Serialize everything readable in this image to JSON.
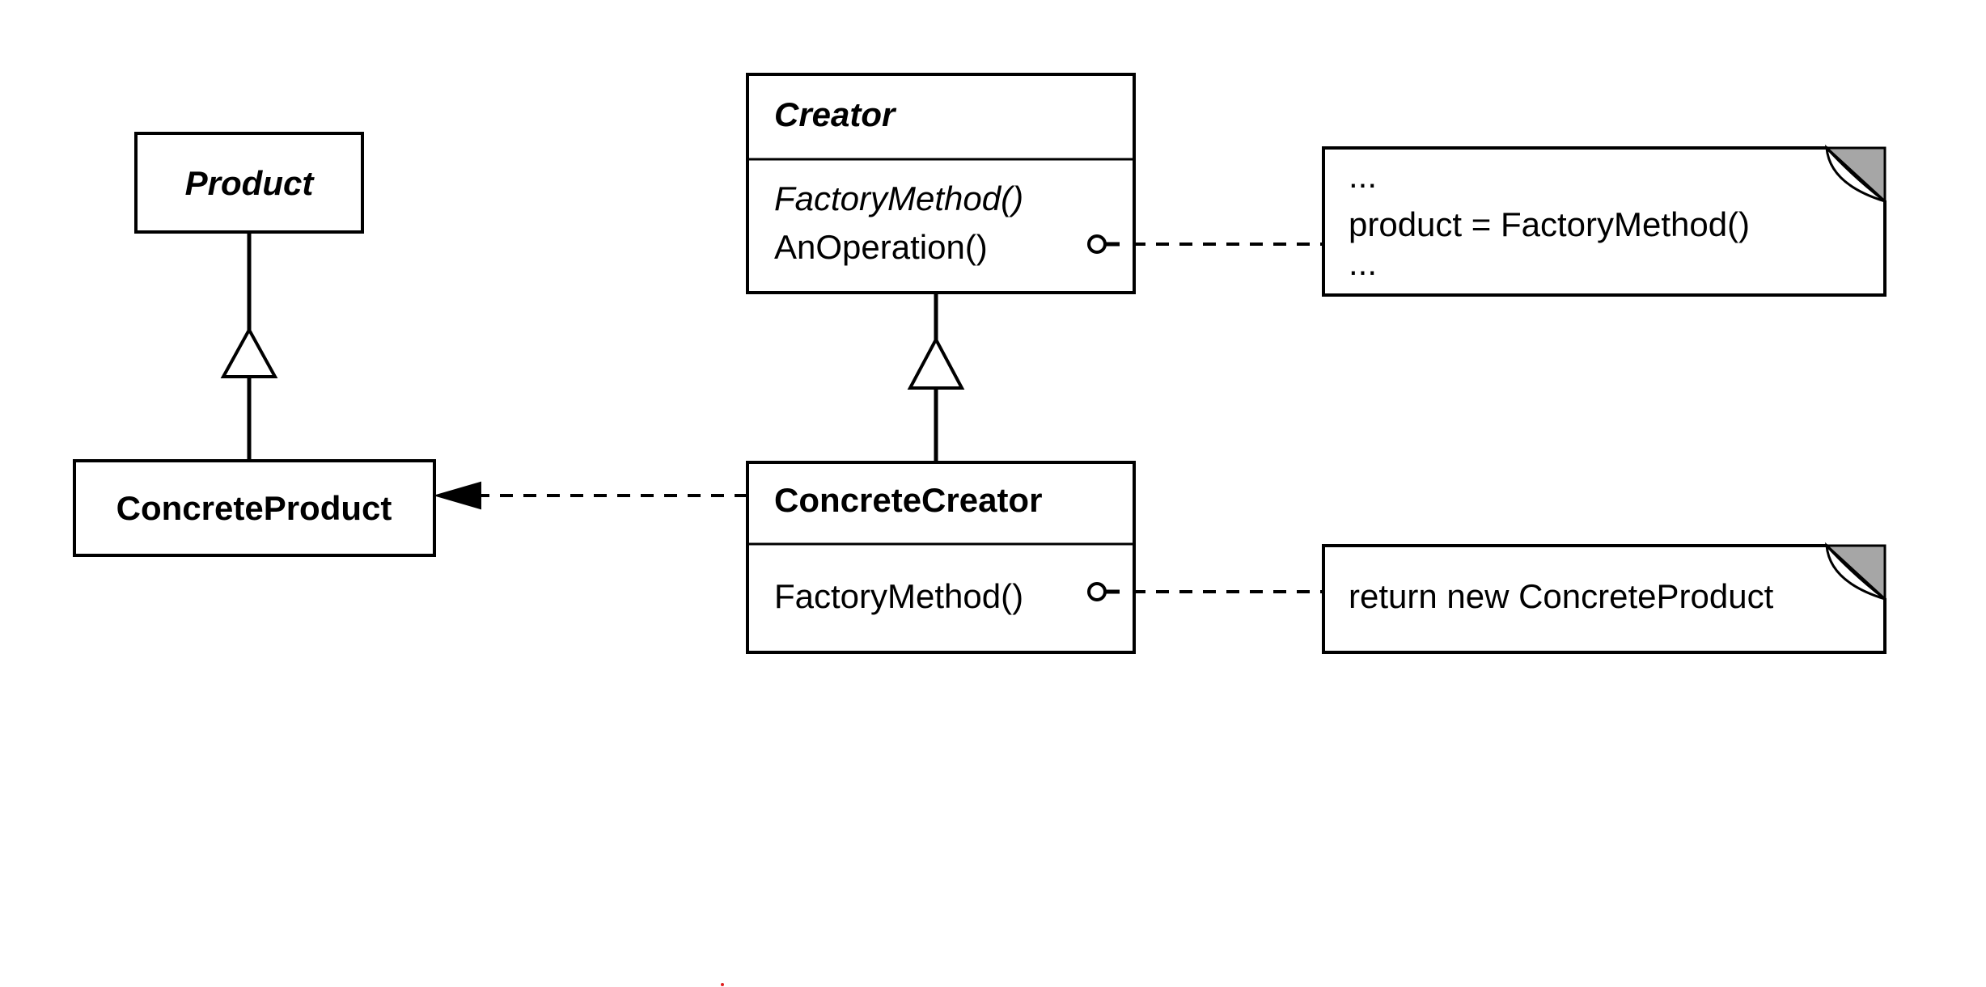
{
  "diagram": {
    "classes": {
      "product": {
        "name": "Product"
      },
      "concrete_product": {
        "name": "ConcreteProduct"
      },
      "creator": {
        "name": "Creator",
        "operations": [
          "FactoryMethod()",
          "AnOperation()"
        ]
      },
      "concrete_creator": {
        "name": "ConcreteCreator",
        "operations": [
          "FactoryMethod()"
        ]
      }
    },
    "notes": {
      "creator_note": {
        "lines": [
          "...",
          "product = FactoryMethod()",
          "..."
        ]
      },
      "concrete_creator_note": {
        "lines": [
          "return new ConcreteProduct"
        ]
      }
    }
  }
}
